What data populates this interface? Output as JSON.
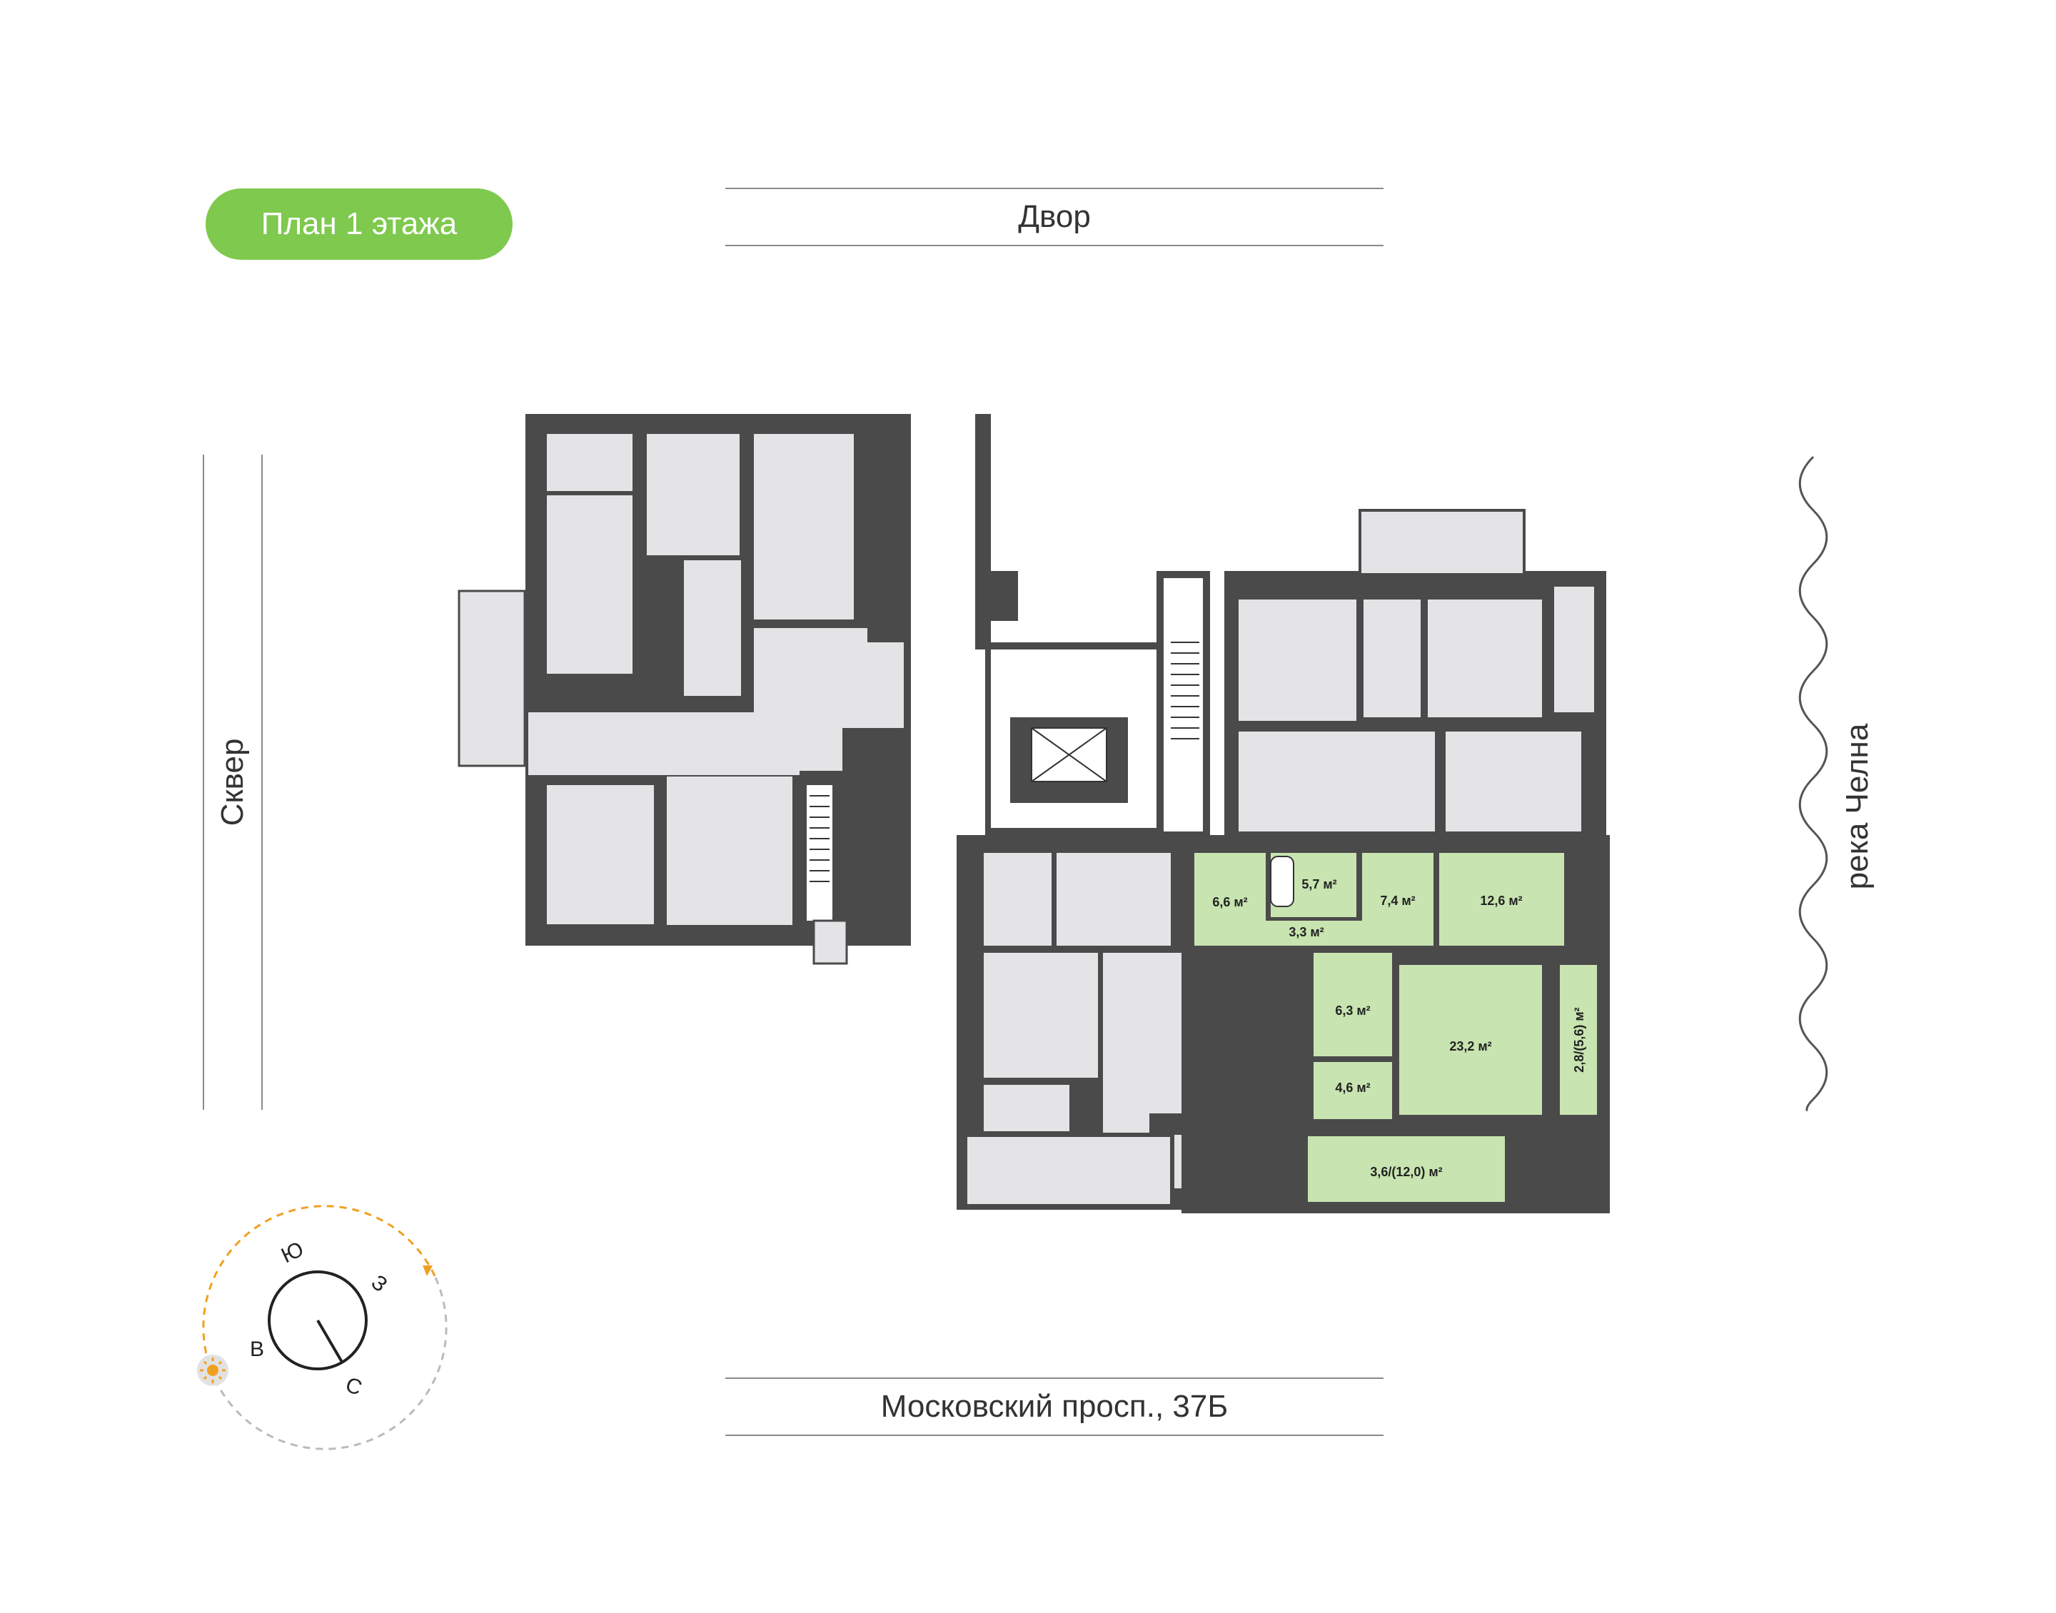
{
  "title": "План 1 этажа",
  "streets": {
    "top": "Двор",
    "bottom": "Московский просп., 37Б",
    "left": "Сквер",
    "right": "река Челна"
  },
  "colors": {
    "accent": "#7ec94e",
    "wall": "#4a4a4a",
    "room": "#e4e4e6",
    "highlight": "#c8e4b0",
    "sun": "#f0a020"
  },
  "rooms": [
    {
      "id": "room-6-6",
      "label": "6,6 м²"
    },
    {
      "id": "room-5-7",
      "label": "5,7 м²"
    },
    {
      "id": "room-7-4",
      "label": "7,4 м²"
    },
    {
      "id": "room-12-6",
      "label": "12,6 м²"
    },
    {
      "id": "room-3-3",
      "label": "3,3 м²"
    },
    {
      "id": "room-6-3",
      "label": "6,3 м²"
    },
    {
      "id": "room-23-2",
      "label": "23,2 м²"
    },
    {
      "id": "room-4-6",
      "label": "4,6 м²"
    },
    {
      "id": "room-2-8",
      "label": "2,8/(5,6) м²"
    },
    {
      "id": "room-3-6",
      "label": "3,6/(12,0) м²"
    }
  ],
  "compass": {
    "south": "Ю",
    "west": "З",
    "east": "В",
    "north": "С",
    "icons": [
      "sun-icon",
      "direction-arrow-icon"
    ]
  }
}
